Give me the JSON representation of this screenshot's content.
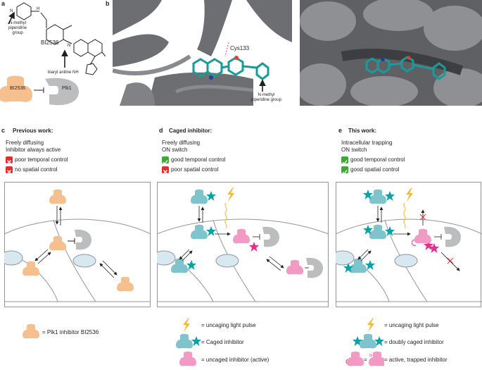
{
  "panel_a": {
    "label": "a",
    "nmethyl_label": [
      "N-methyl",
      "piperidine",
      "group"
    ],
    "compound_name": "BI2536",
    "biaryl_label": "biaryl aniline NH",
    "inhibitor_label": "BI2536",
    "target_label": "Plk1"
  },
  "panel_b": {
    "label": "b",
    "cys_label": "Cys133",
    "nmethyl_label": [
      "N-methyl",
      "piperidine group"
    ]
  },
  "panel_c": {
    "label": "c",
    "title": "Previous work:",
    "line1": "Freely diffusing",
    "line2": "Inhibitor always active",
    "items": [
      {
        "status": "cross",
        "text": "poor temporal control"
      },
      {
        "status": "cross",
        "text": "no spatial control"
      }
    ]
  },
  "panel_d": {
    "label": "d",
    "title": "Caged inhibitor:",
    "line1": "Freely diffusing",
    "line2": "ON switch",
    "items": [
      {
        "status": "check",
        "text": "good temporal control"
      },
      {
        "status": "cross",
        "text": "poor spatial control"
      }
    ]
  },
  "panel_e": {
    "label": "e",
    "title": "This work:",
    "line1": "Intracellular trapping",
    "line2": "ON switch",
    "items": [
      {
        "status": "check",
        "text": "good temporal control"
      },
      {
        "status": "check",
        "text": "good spatial control"
      }
    ]
  },
  "legends": {
    "c": "= Plk1 inhibitor BI2536",
    "d": [
      "= uncaging light pulse",
      "= Caged inhibitor",
      "= uncaged inhibitor (active)"
    ],
    "e": [
      "= uncaging light pulse",
      "= doubly caged inhibitor",
      "= active, trapped inhibitor"
    ]
  },
  "colors": {
    "inhibitor_orange": "#f5c08e",
    "caged_teal": "#7fc4cc",
    "cage_star": "#0aa1a8",
    "uncaged_pink": "#f29ac4",
    "magenta": "#e4308c",
    "plk1_gray": "#bcbdbf",
    "nucleus_blue": "#d7e8f1",
    "lightning": "#f5b92a",
    "check_green": "#3aaa35",
    "cross_red": "#e42b2e"
  }
}
